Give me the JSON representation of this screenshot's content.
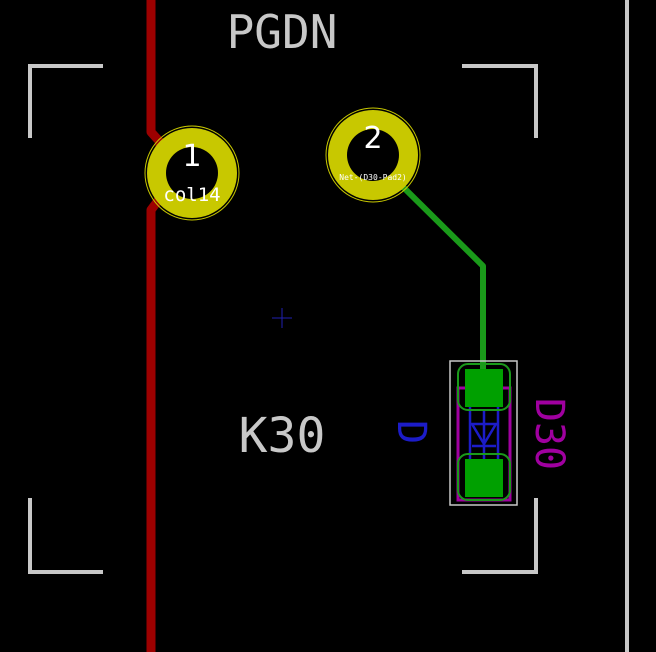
{
  "footprint": {
    "key_label": "PGDN",
    "reference": "K30"
  },
  "pads": [
    {
      "number": "1",
      "net": "col14"
    },
    {
      "number": "2",
      "net": "Net-(D30-Pad2)"
    }
  ],
  "diode": {
    "reference": "D30",
    "value": "D"
  },
  "colors": {
    "background": "#000000",
    "silkscreen_gray": "#c8c8c8",
    "copper_red": "#9c0000",
    "copper_green": "#1a9a1a",
    "smd_pad_green": "#00a000",
    "pad_yellow": "#c8c800",
    "fab_blue": "#1c1cc8",
    "courtyard_magenta": "#a000a0",
    "crosshair_blue": "#2020b0"
  }
}
